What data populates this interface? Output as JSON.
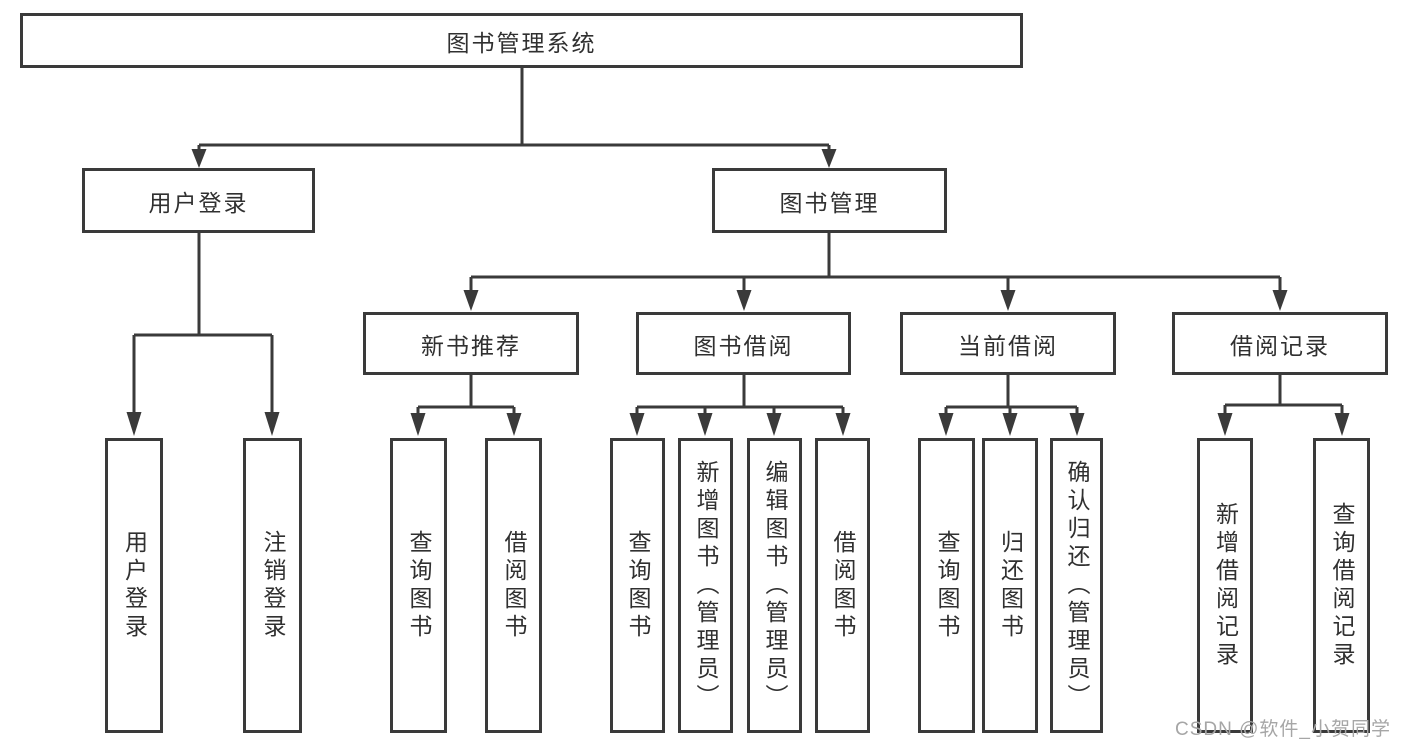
{
  "tree": {
    "label": "图书管理系统",
    "children": [
      {
        "label": "用户登录",
        "children": [
          {
            "label": "用户登录"
          },
          {
            "label": "注销登录"
          }
        ]
      },
      {
        "label": "图书管理",
        "children": [
          {
            "label": "新书推荐",
            "children": [
              {
                "label": "查询图书"
              },
              {
                "label": "借阅图书"
              }
            ]
          },
          {
            "label": "图书借阅",
            "children": [
              {
                "label": "查询图书"
              },
              {
                "label": "新增图书（管理员）"
              },
              {
                "label": "编辑图书（管理员）"
              },
              {
                "label": "借阅图书"
              }
            ]
          },
          {
            "label": "当前借阅",
            "children": [
              {
                "label": "查询图书"
              },
              {
                "label": "归还图书"
              },
              {
                "label": "确认归还（管理员）"
              }
            ]
          },
          {
            "label": "借阅记录",
            "children": [
              {
                "label": "新增借阅记录"
              },
              {
                "label": "查询借阅记录"
              }
            ]
          }
        ]
      }
    ]
  },
  "watermark": "CSDN @软件_小贺同学",
  "colors": {
    "line": "#3a3a3a",
    "box_border": "#3a3a3a",
    "text": "#303030",
    "watermark": "#a6a6a6",
    "background": "#ffffff"
  }
}
